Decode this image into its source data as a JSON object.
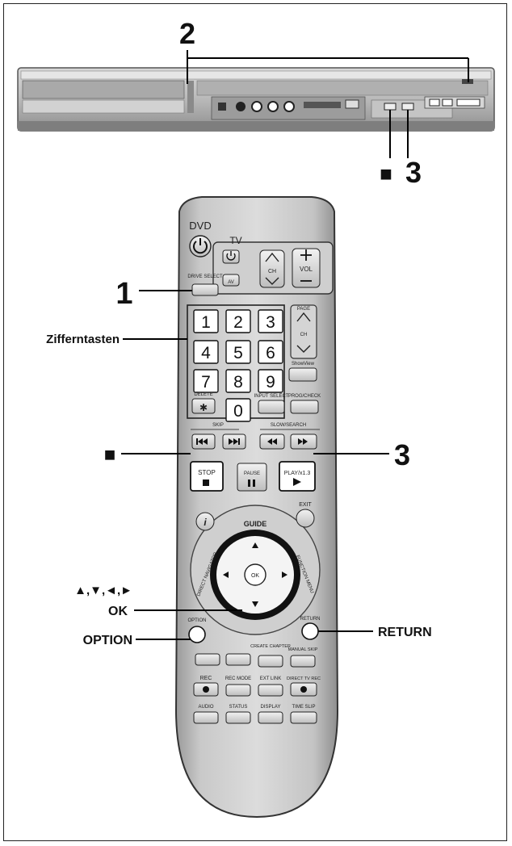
{
  "callouts": {
    "n1": "1",
    "n2": "2",
    "n3_top": "3",
    "n3_right": "3",
    "stop_symbol_top": "■",
    "stop_symbol_left": "■",
    "zifferntasten": "Zifferntasten",
    "arrows": "▲,▼,◄,►",
    "ok": "OK",
    "option": "OPTION",
    "return": "RETURN"
  },
  "remote": {
    "dvd": "DVD",
    "tv": "TV",
    "av": "AV",
    "ch": "CH",
    "vol": "VOL",
    "drive_select": "DRIVE SELECT",
    "page": "PAGE",
    "show_view": "ShowView",
    "delete": "DELETE",
    "input_select": "INPUT SELECT",
    "prog_check": "PROG/CHECK",
    "skip": "SKIP",
    "slow_search": "SLOW/SEARCH",
    "stop": "STOP",
    "pause": "PAUSE",
    "play": "PLAY/x1.3",
    "exit": "EXIT",
    "guide": "GUIDE",
    "direct_navigator": "DIRECT NAVIGATOR",
    "function_menu": "FUNCTION MENU",
    "ok": "OK",
    "option": "OPTION",
    "return": "RETURN",
    "create_chapter": "CREATE CHAPTER",
    "manual_skip": "MANUAL SKIP",
    "rec": "REC",
    "rec_mode": "REC MODE",
    "ext_link": "EXT LINK",
    "direct_tv_rec": "DIRECT TV REC",
    "audio": "AUDIO",
    "status": "STATUS",
    "display": "DISPLAY",
    "time_slip": "TIME SLIP",
    "digits": [
      "1",
      "2",
      "3",
      "4",
      "5",
      "6",
      "7",
      "8",
      "9",
      "0"
    ],
    "star": "✱",
    "info": "i"
  }
}
